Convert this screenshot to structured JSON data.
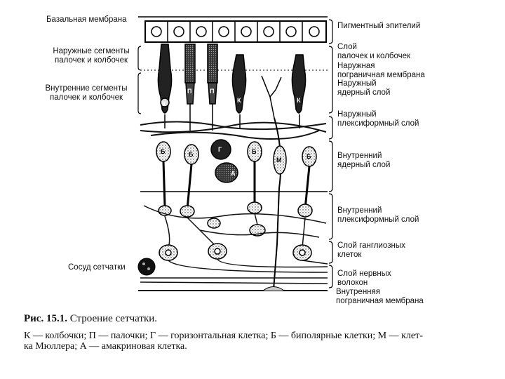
{
  "labels_left": {
    "basal_membrane": "Базальная мембрана",
    "outer_segments": [
      "Наружные сегменты",
      "палочек и колбочек"
    ],
    "inner_segments": [
      "Внутренние сегменты",
      "палочек и колбочек"
    ],
    "vessel": "Сосуд сетчатки"
  },
  "labels_right": {
    "pigment_epithelium": "Пигментный эпителий",
    "rods_cones_layer": [
      "Слой",
      "палочек и колбочек"
    ],
    "outer_limiting_membrane": [
      "Наружная",
      "пограничная мембрана"
    ],
    "outer_nuclear_layer": [
      "Наружный",
      "ядерный слой"
    ],
    "outer_plexiform_layer": [
      "Наружный",
      "плексиформный слой"
    ],
    "inner_nuclear_layer": [
      "Внутренний",
      "ядерный слой"
    ],
    "inner_plexiform_layer": [
      "Внутренний",
      "плексиформный слой"
    ],
    "ganglion_layer": [
      "Слой ганглиозных",
      "клеток"
    ],
    "nerve_fiber_layer": [
      "Слой нервных",
      "волокон"
    ],
    "inner_limiting_membrane": [
      "Внутренняя",
      "пограничная мембрана"
    ]
  },
  "cell_letters": {
    "cone": "К",
    "rod": "П",
    "horizontal": "Г",
    "bipolar": "Б",
    "muller": "М",
    "amacrine": "А"
  },
  "caption": {
    "figure_number": "Рис. 15.1.",
    "title": " Строение сетчатки.",
    "legend_line1": "К — колбочки; П — палочки; Г — горизонтальная клетка; Б — биполярные клетки; М — клет-",
    "legend_line2": "ка Мюллера; А — амакриновая клетка."
  }
}
